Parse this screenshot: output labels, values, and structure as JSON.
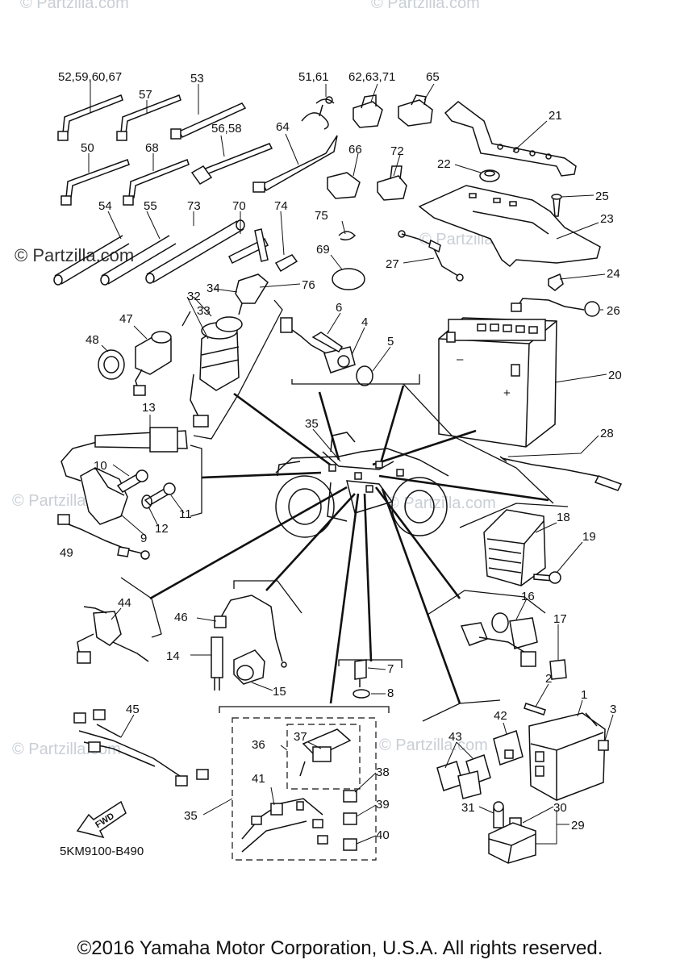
{
  "diagram": {
    "code": "5KM9100-B490",
    "fwd": "FWD",
    "copyright": "©2016 Yamaha Motor Corporation, U.S.A. All rights reserved.",
    "watermark": "© Partzilla.com",
    "labels": {
      "l1": "1",
      "l2": "2",
      "l3": "3",
      "l4": "4",
      "l5": "5",
      "l6": "6",
      "l7": "7",
      "l8": "8",
      "l9": "9",
      "l10": "10",
      "l11": "11",
      "l12": "12",
      "l13": "13",
      "l14": "14",
      "l15": "15",
      "l16": "16",
      "l17": "17",
      "l18": "18",
      "l19": "19",
      "l20": "20",
      "l21": "21",
      "l22": "22",
      "l23": "23",
      "l24": "24",
      "l25": "25",
      "l26": "26",
      "l27": "27",
      "l28": "28",
      "l29": "29",
      "l30": "30",
      "l31": "31",
      "l32": "32",
      "l33": "33",
      "l34": "34",
      "l35a": "35",
      "l35b": "35",
      "l36": "36",
      "l37": "37",
      "l38": "38",
      "l39": "39",
      "l40": "40",
      "l41": "41",
      "l42": "42",
      "l43": "43",
      "l44": "44",
      "l45": "45",
      "l46": "46",
      "l47": "47",
      "l48": "48",
      "l49": "49",
      "l50": "50",
      "l51": "51,61",
      "l52": "52,59,60,67",
      "l53": "53",
      "l54": "54",
      "l55": "55",
      "l56": "56,58",
      "l57": "57",
      "l62": "62,63,71",
      "l64": "64",
      "l65": "65",
      "l66": "66",
      "l68": "68",
      "l69": "69",
      "l70": "70",
      "l72": "72",
      "l73": "73",
      "l74": "74",
      "l75": "75",
      "l76": "76"
    }
  }
}
